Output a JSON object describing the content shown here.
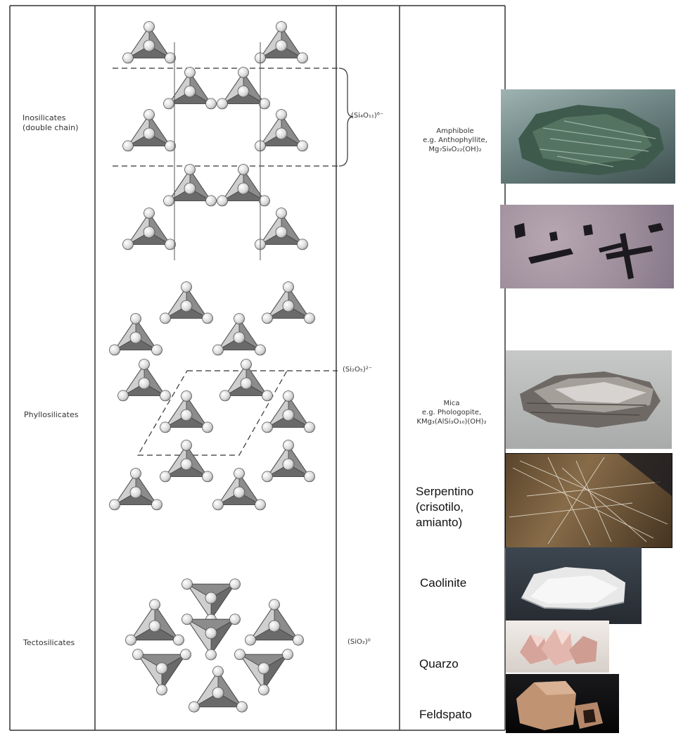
{
  "classes": {
    "inosilicates": [
      "Inosilicates",
      "(double chain)"
    ],
    "phyllosilicates": "Phyllosilicates",
    "tectosilicates": "Tectosilicates"
  },
  "formulas": {
    "ino": "(Si₄O₁₁)⁶⁻",
    "phyllo": "(Si₂O₅)²⁻",
    "tecto": "(SiO₂)⁰"
  },
  "minerals": {
    "amphibole": [
      "Amphibole",
      "e.g. Anthophyllite,",
      "Mg₇Si₈O₂₂(OH)₂"
    ],
    "mica": [
      "Mica",
      "e.g. Phologopite,",
      "KMg₃(AlSi₃O₁₀)(OH)₂"
    ]
  },
  "photo_labels": {
    "serpentino": [
      "Serpentino",
      "(crisotilo,",
      "amianto)"
    ],
    "caolinite": "Caolinite",
    "quarzo": "Quarzo",
    "feldspato": "Feldspato"
  },
  "colors": {
    "line": "#333333",
    "tetra_dark": "#7a7a7a",
    "tetra_light": "#d6d6d6",
    "atom": "#e2e2e2"
  }
}
